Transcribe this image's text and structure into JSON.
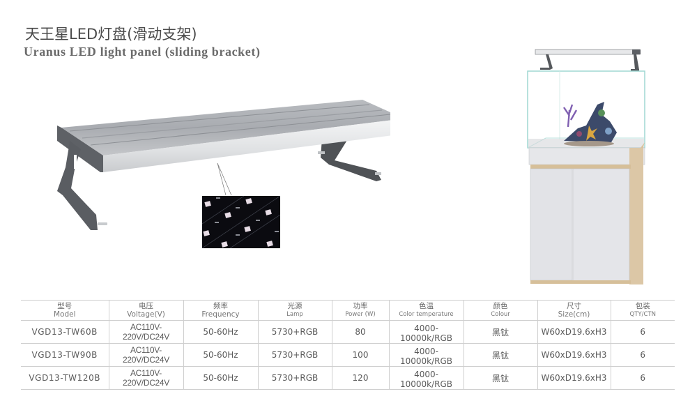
{
  "header": {
    "title_cn": "天王星LED灯盘(滑动支架)",
    "title_en": "Uranus LED light panel (sliding bracket)"
  },
  "images": {
    "light_panel": "Uranus LED light panel with sliding brackets",
    "led_closeup": "LED chip close-up inset",
    "aquarium": "Glass aquarium on white-and-wood cabinet with light panel mounted"
  },
  "colors": {
    "text": "#5a5a5a",
    "grid": "#cfcfcf",
    "panel_silver": "#d8dadc",
    "bracket_gray": "#55585c",
    "cabinet_white": "#e4e5e8",
    "cabinet_wood": "#dcc7a6"
  },
  "table": {
    "headers": [
      {
        "cn": "型号",
        "en": "Model"
      },
      {
        "cn": "电压",
        "en": "Voltage(V)"
      },
      {
        "cn": "频率",
        "en": "Frequency"
      },
      {
        "cn": "光源",
        "en": "Lamp"
      },
      {
        "cn": "功率",
        "en": "Power (W)"
      },
      {
        "cn": "色温",
        "en": "Color temperature"
      },
      {
        "cn": "颜色",
        "en": "Colour"
      },
      {
        "cn": "尺寸",
        "en": "Size(cm)"
      },
      {
        "cn": "包装",
        "en": "QTY/CTN"
      }
    ],
    "rows": [
      {
        "model": "VGD13-TW60B",
        "voltage": "AC110V-220V/DC24V",
        "frequency": "50-60Hz",
        "lamp": "5730+RGB",
        "power": "80",
        "color_temp": "4000-10000k/RGB",
        "colour": "黑钛",
        "size": "W60xD19.6xH3",
        "qty": "6"
      },
      {
        "model": "VGD13-TW90B",
        "voltage": "AC110V-220V/DC24V",
        "frequency": "50-60Hz",
        "lamp": "5730+RGB",
        "power": "100",
        "color_temp": "4000-10000k/RGB",
        "colour": "黑钛",
        "size": "W60xD19.6xH3",
        "qty": "6"
      },
      {
        "model": "VGD13-TW120B",
        "voltage": "AC110V-220V/DC24V",
        "frequency": "50-60Hz",
        "lamp": "5730+RGB",
        "power": "120",
        "color_temp": "4000-10000k/RGB",
        "colour": "黑钛",
        "size": "W60xD19.6xH3",
        "qty": "6"
      }
    ]
  }
}
